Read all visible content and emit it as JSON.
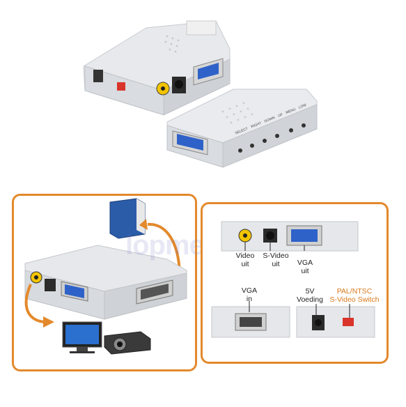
{
  "watermark_text": "lopmedia",
  "labels": {
    "video_out": [
      "Video",
      "uit"
    ],
    "svideo_out": [
      "S-Video",
      "uit"
    ],
    "vga_out": [
      "VGA",
      "uit"
    ],
    "vga_in": [
      "VGA",
      "in"
    ],
    "power": [
      "5V",
      "Voeding"
    ],
    "palntsc": [
      "PAL/NTSC",
      "S-Video Switch"
    ]
  },
  "device_top_labels": [
    "SELECT",
    "RIGHT",
    "DOWN",
    "UP",
    "MENU",
    "LOW"
  ],
  "colors": {
    "accent_orange": "#e3892b",
    "label_orange": "#d9791c",
    "device_body": "#e4e6ea",
    "vga_blue": "#2f62c8",
    "rca_yellow": "#f2c400",
    "switch_red": "#d9342b"
  }
}
